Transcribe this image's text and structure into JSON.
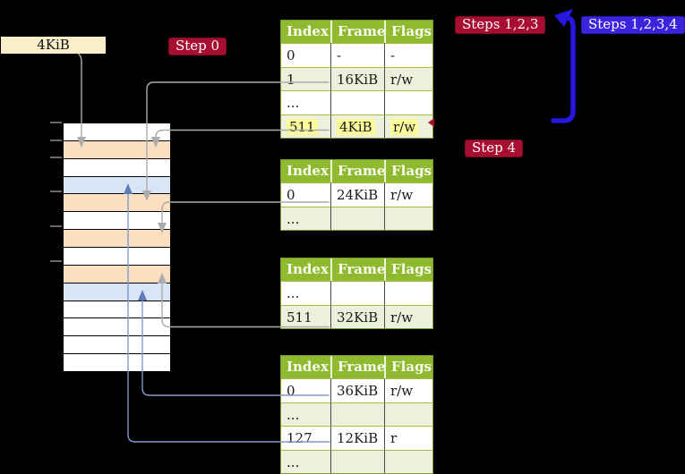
{
  "frame_label": {
    "text": "4KiB"
  },
  "badges": {
    "step0": {
      "text": "Step 0",
      "color": "#a80e2f"
    },
    "steps123": {
      "text": "Steps 1,2,3",
      "color": "#a80e2f"
    },
    "steps1234": {
      "text": "Steps 1,2,3,4",
      "color": "#3d23dc"
    },
    "step4": {
      "text": "Step 4",
      "color": "#a80e2f"
    }
  },
  "tables": [
    {
      "name": "page-table-level-4",
      "columns": [
        "Index",
        "Frame",
        "Flags"
      ],
      "rows": [
        {
          "cells": [
            "0",
            "-",
            "-"
          ],
          "shade": false
        },
        {
          "cells": [
            "1",
            "16KiB",
            "r/w"
          ],
          "shade": true,
          "underline": "gray"
        },
        {
          "cells": [
            "...",
            "",
            ""
          ],
          "shade": false
        },
        {
          "cells": [
            "511",
            "4KiB",
            "r/w"
          ],
          "shade": true,
          "underline": "gray",
          "highlight": true
        }
      ]
    },
    {
      "name": "page-table-a",
      "columns": [
        "Index",
        "Frame",
        "Flags"
      ],
      "rows": [
        {
          "cells": [
            "0",
            "24KiB",
            "r/w"
          ],
          "shade": false,
          "underline": "gray"
        },
        {
          "cells": [
            "...",
            "",
            ""
          ],
          "shade": true
        }
      ]
    },
    {
      "name": "page-table-b",
      "columns": [
        "Index",
        "Frame",
        "Flags"
      ],
      "rows": [
        {
          "cells": [
            "...",
            "",
            ""
          ],
          "shade": false
        },
        {
          "cells": [
            "511",
            "32KiB",
            "r/w"
          ],
          "shade": true,
          "underline": "gray"
        }
      ]
    },
    {
      "name": "page-table-level-1",
      "columns": [
        "Index",
        "Frame",
        "Flags"
      ],
      "rows": [
        {
          "cells": [
            "0",
            "36KiB",
            "r/w"
          ],
          "shade": false,
          "underline": "blue"
        },
        {
          "cells": [
            "...",
            "",
            ""
          ],
          "shade": true
        },
        {
          "cells": [
            "127",
            "12KiB",
            "r"
          ],
          "shade": false,
          "underline": "blue"
        },
        {
          "cells": [
            "...",
            "",
            ""
          ],
          "shade": true
        }
      ]
    }
  ],
  "memory": {
    "rows": [
      "plain",
      "frame-orange",
      "plain",
      "frame-blue",
      "frame-orange",
      "plain",
      "frame-orange",
      "plain",
      "frame-orange",
      "frame-blue",
      "plain",
      "plain",
      "plain",
      "plain"
    ]
  },
  "colors": {
    "bg": "#000000",
    "green-header": "#8fba2f",
    "green-row": "#ebf1db",
    "yellow-hl": "#fcfa9b",
    "wheat": "#faefc9",
    "orange-row": "#fbdfc0",
    "blue-row": "#d9e5f5",
    "red-badge": "#a80e2f",
    "blue-badge": "#3d23dc",
    "gray-line": "#acacac",
    "blue-line": "#7e9bcb",
    "blue-arrowhead": "#5e7cb8",
    "thick-arrow": "#2617de"
  }
}
